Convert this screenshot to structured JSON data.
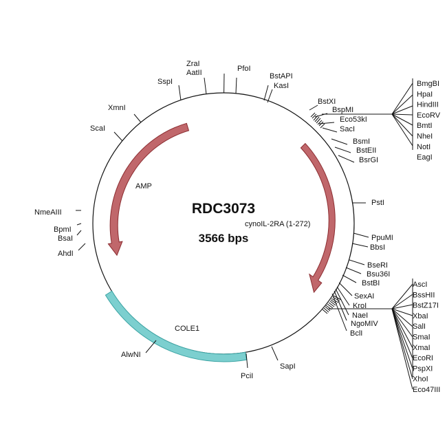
{
  "map": {
    "name": "RDC3073",
    "size": "3566 bps",
    "colors": {
      "backbone": "#111111",
      "amp": "#c0676b",
      "amp_stroke": "#8b2c30",
      "cole1": "#7ccfcf",
      "cole1_stroke": "#3aa3a3"
    }
  },
  "features": {
    "amp": "AMP",
    "cole1": "COLE1",
    "insert": "cynoIL-2RA (1-272)"
  },
  "sites": {
    "zrai": "ZraI",
    "aatii": "AatII",
    "sspi": "SspI",
    "pfoi": "PfoI",
    "bstapi": "BstAPI",
    "kasi": "KasI",
    "xmni": "XmnI",
    "scai": "ScaI",
    "bstxi": "BstXI",
    "bspmi": "BspMI",
    "eco53ki": "Eco53kI",
    "saci": "SacI",
    "bsmi": "BsmI",
    "bsteii": "BstEII",
    "bsrgi": "BsrGI",
    "psti": "PstI",
    "ppumi": "PpuMI",
    "bbsi": "BbsI",
    "bseri": "BseRI",
    "bsu36i": "Bsu36I",
    "bstbi": "BstBI",
    "sexai": "SexAI",
    "kroi": "KroI",
    "naei": "NaeI",
    "ngomiv": "NgoMIV",
    "bcli": "BclI",
    "sapi": "SapI",
    "pcii": "PciI",
    "alwni": "AlwNI",
    "ahdi": "AhdI",
    "bsai": "BsaI",
    "bpmi": "BpmI",
    "nmeaiii": "NmeAIII"
  },
  "cluster_top": [
    "BmgBI",
    "HpaI",
    "HindIII",
    "EcoRV",
    "BmtI",
    "NheI",
    "NotI",
    "EagI"
  ],
  "cluster_bottom": [
    "AscI",
    "BssHII",
    "BstZ17I",
    "XbaI",
    "SalI",
    "SmaI",
    "XmaI",
    "EcoRI",
    "PspXI",
    "XhoI",
    "Eco47III"
  ]
}
